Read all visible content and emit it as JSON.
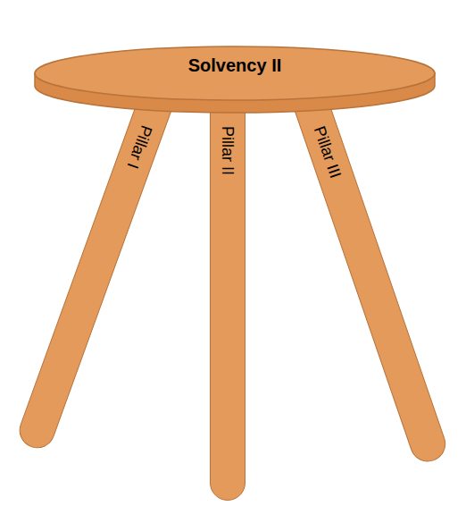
{
  "diagram": {
    "nodes": [
      {
        "text": [
          "Solvency II"
        ]
      },
      {
        "text": [
          "Pillar I"
        ]
      },
      {
        "text": [
          "Pillar II"
        ]
      },
      {
        "text": [
          "Pillar III"
        ]
      }
    ]
  }
}
